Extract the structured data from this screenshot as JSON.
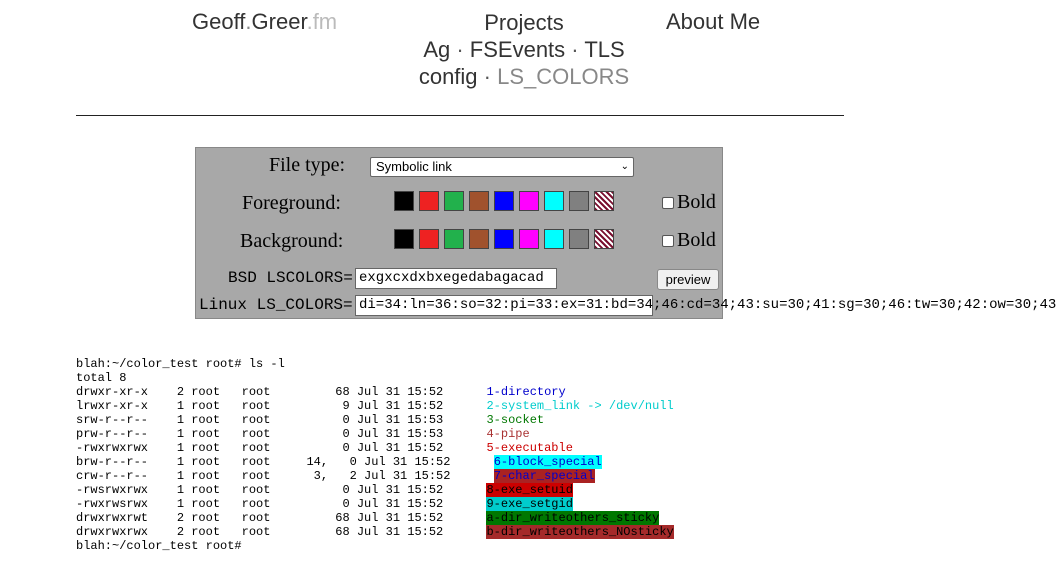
{
  "header": {
    "site_name": "Geoff",
    "site_dot": ".",
    "site_name2": "Greer",
    "site_tld": ".fm",
    "nav_projects": "Projects",
    "nav_ag": "Ag",
    "nav_sep": " · ",
    "nav_fsevents": "FSEvents",
    "nav_tls": "TLS",
    "nav_config": "config",
    "nav_lscolors": "LS_COLORS",
    "nav_about": "About Me"
  },
  "panel": {
    "file_type_label": "File type:",
    "file_type_value": "Symbolic link",
    "caret": "⌄",
    "foreground_label": "Foreground:",
    "background_label": "Background:",
    "bold_label": "Bold",
    "swatch_colors": [
      "#000000",
      "#ee2222",
      "#22b14c",
      "#a0522d",
      "#0000ff",
      "#ff00ff",
      "#00ffff",
      "#808080",
      "reset"
    ],
    "bsd_label": "BSD LSCOLORS=",
    "bsd_value": "exgxcxdxbxegedabagacad",
    "linux_label": "Linux LS_COLORS=",
    "linux_value": "di=34:ln=36:so=32:pi=33:ex=31:bd=34;46:cd=34;43:su=30;41:sg=30;46:tw=30;42:ow=30;43",
    "preview_label": "preview"
  },
  "terminal": {
    "prompt1": "blah:~/color_test root# ls -l",
    "total": "total 8",
    "rows": [
      {
        "meta": "drwxr-xr-x    2 root   root         68 Jul 31 15:52",
        "name": "1-directory",
        "fg": "#0000cc",
        "bg": ""
      },
      {
        "meta": "lrwxr-xr-x    1 root   root          9 Jul 31 15:52",
        "name": "2-system_link -> /dev/null",
        "fg": "#00cccc",
        "bg": ""
      },
      {
        "meta": "srw-r--r--    1 root   root          0 Jul 31 15:53",
        "name": "3-socket",
        "fg": "#007700",
        "bg": ""
      },
      {
        "meta": "prw-r--r--    1 root   root          0 Jul 31 15:53",
        "name": "4-pipe",
        "fg": "#aa3333",
        "bg": ""
      },
      {
        "meta": "-rwxrwxrwx    1 root   root          0 Jul 31 15:52",
        "name": "5-executable",
        "fg": "#cc0000",
        "bg": ""
      },
      {
        "meta": "brw-r--r--    1 root   root     14,   0 Jul 31 15:52",
        "name": "6-block_special",
        "fg": "#0000cc",
        "bg": "#00ffff"
      },
      {
        "meta": "crw-r--r--    1 root   root      3,   2 Jul 31 15:52",
        "name": "7-char_special",
        "fg": "#0000cc",
        "bg": "#aa2222"
      },
      {
        "meta": "-rwsrwxrwx    1 root   root          0 Jul 31 15:52",
        "name": "8-exe_setuid",
        "fg": "#000000",
        "bg": "#cc0000"
      },
      {
        "meta": "-rwxrwsrwx    1 root   root          0 Jul 31 15:52",
        "name": "9-exe_setgid",
        "fg": "#000000",
        "bg": "#00cccc"
      },
      {
        "meta": "drwxrwxrwt    2 root   root         68 Jul 31 15:52",
        "name": "a-dir_writeothers_sticky",
        "fg": "#000000",
        "bg": "#007700"
      },
      {
        "meta": "drwxrwxrwx    2 root   root         68 Jul 31 15:52",
        "name": "b-dir_writeothers_NOsticky",
        "fg": "#000000",
        "bg": "#a52a2a"
      }
    ],
    "prompt2": "blah:~/color_test root#"
  }
}
